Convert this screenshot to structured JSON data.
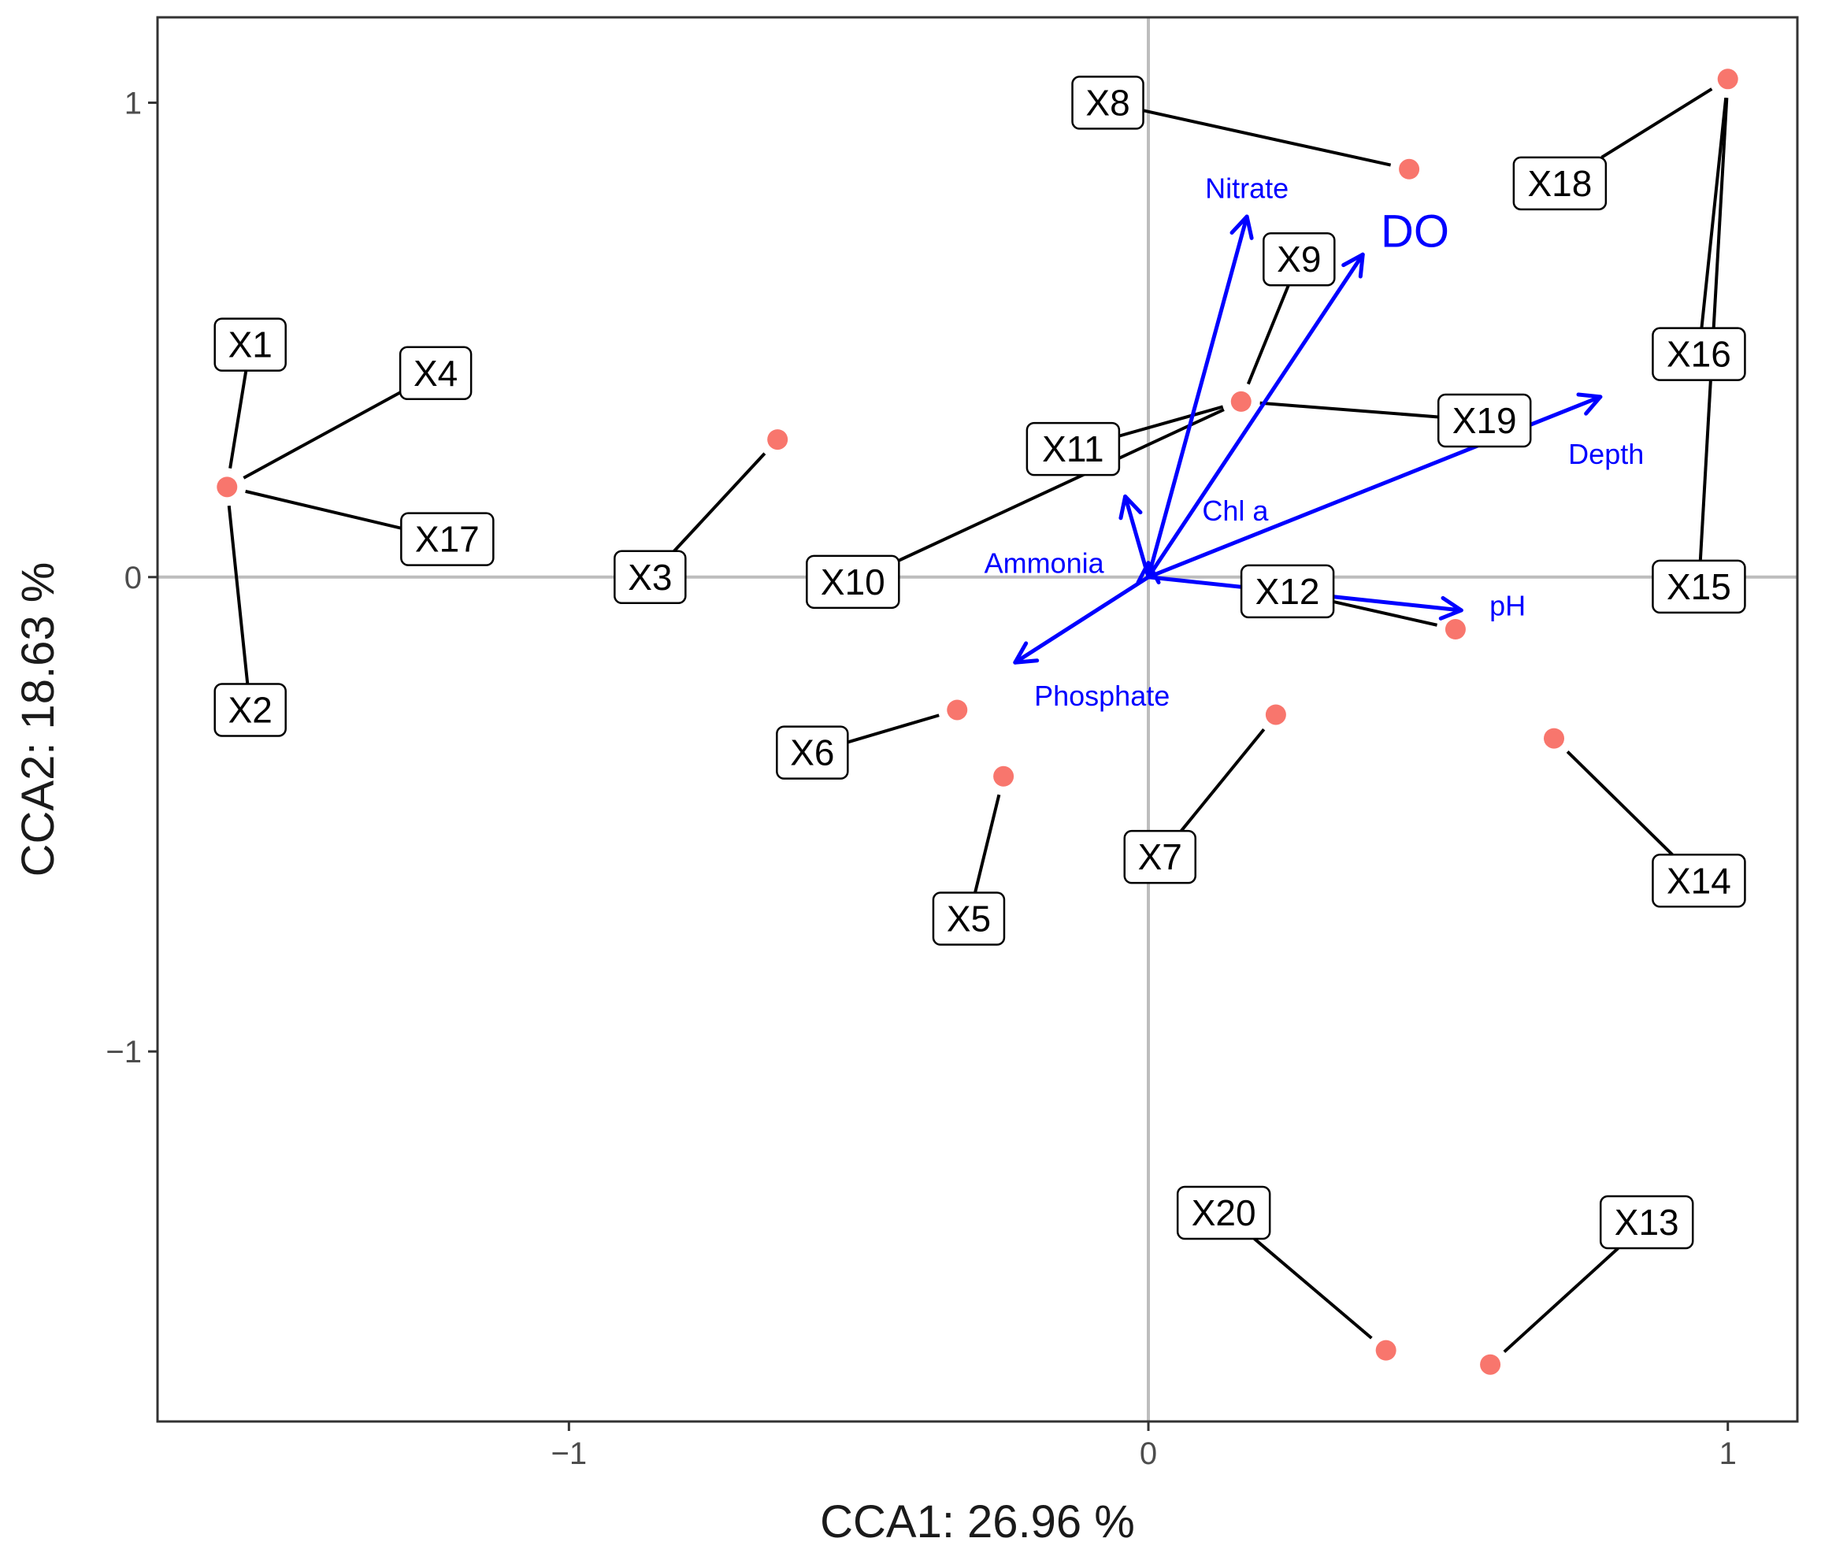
{
  "chart_data": {
    "type": "scatter",
    "xlabel": "CCA1: 26.96 %",
    "ylabel": "CCA2: 18.63 %",
    "xlim": [
      -1.71,
      1.12
    ],
    "ylim": [
      -1.78,
      1.18
    ],
    "x_ticks": [
      {
        "value": -1,
        "label": "−1"
      },
      {
        "value": 0,
        "label": "0"
      },
      {
        "value": 1,
        "label": "1"
      }
    ],
    "y_ticks": [
      {
        "value": -1,
        "label": "−1"
      },
      {
        "value": 0,
        "label": "0"
      },
      {
        "value": 1,
        "label": "1"
      }
    ],
    "reference_lines": {
      "x": 0,
      "y": 0
    },
    "grid": false,
    "colors": {
      "points": "#f8766d",
      "vectors": "#0000ff",
      "zero_lines": "#bdbdbd",
      "panel_border": "#333333"
    },
    "sites": [
      {
        "x": -1.59,
        "y": 0.19,
        "labels": [
          {
            "text": "X1",
            "lx": -1.55,
            "ly": 0.49
          },
          {
            "text": "X4",
            "lx": -1.23,
            "ly": 0.43
          },
          {
            "text": "X17",
            "lx": -1.21,
            "ly": 0.08
          },
          {
            "text": "X2",
            "lx": -1.55,
            "ly": -0.28
          }
        ]
      },
      {
        "x": -0.64,
        "y": 0.29,
        "labels": [
          {
            "text": "X3",
            "lx": -0.86,
            "ly": 0.0
          }
        ]
      },
      {
        "x": 0.16,
        "y": 0.37,
        "labels": [
          {
            "text": "X9",
            "lx": 0.26,
            "ly": 0.67
          },
          {
            "text": "X11",
            "lx": -0.13,
            "ly": 0.27
          },
          {
            "text": "X10",
            "lx": -0.51,
            "ly": -0.01
          },
          {
            "text": "X19",
            "lx": 0.58,
            "ly": 0.33
          }
        ]
      },
      {
        "x": 0.45,
        "y": 0.86,
        "labels": [
          {
            "text": "X8",
            "lx": -0.07,
            "ly": 1.0
          }
        ]
      },
      {
        "x": 1.0,
        "y": 1.05,
        "labels": [
          {
            "text": "X18",
            "lx": 0.71,
            "ly": 0.83
          },
          {
            "text": "X16",
            "lx": 0.95,
            "ly": 0.47
          },
          {
            "text": "X15",
            "lx": 0.95,
            "ly": -0.02
          }
        ]
      },
      {
        "x": 0.53,
        "y": -0.11,
        "labels": [
          {
            "text": "X12",
            "lx": 0.24,
            "ly": -0.03
          }
        ]
      },
      {
        "x": -0.33,
        "y": -0.28,
        "labels": [
          {
            "text": "X6",
            "lx": -0.58,
            "ly": -0.37
          }
        ]
      },
      {
        "x": -0.25,
        "y": -0.42,
        "labels": [
          {
            "text": "X5",
            "lx": -0.31,
            "ly": -0.72
          }
        ]
      },
      {
        "x": 0.22,
        "y": -0.29,
        "labels": [
          {
            "text": "X7",
            "lx": 0.02,
            "ly": -0.59
          }
        ]
      },
      {
        "x": 0.7,
        "y": -0.34,
        "labels": [
          {
            "text": "X14",
            "lx": 0.95,
            "ly": -0.64
          }
        ]
      },
      {
        "x": 0.41,
        "y": -1.63,
        "labels": [
          {
            "text": "X20",
            "lx": 0.13,
            "ly": -1.34
          }
        ]
      },
      {
        "x": 0.59,
        "y": -1.66,
        "labels": [
          {
            "text": "X13",
            "lx": 0.86,
            "ly": -1.36
          }
        ]
      }
    ],
    "vectors": [
      {
        "name": "Nitrate",
        "x": 0.17,
        "y": 0.76,
        "tx": 0.17,
        "ty": 0.82,
        "size": 36
      },
      {
        "name": "DO",
        "x": 0.37,
        "y": 0.68,
        "tx": 0.46,
        "ty": 0.73,
        "size": 58
      },
      {
        "name": "Chl a",
        "x": -0.04,
        "y": 0.17,
        "tx": 0.15,
        "ty": 0.14,
        "size": 36
      },
      {
        "name": "Ammonia",
        "x": 0.0,
        "y": 0.03,
        "tx": -0.18,
        "ty": 0.03,
        "size": 36
      },
      {
        "name": "Depth",
        "x": 0.78,
        "y": 0.38,
        "tx": 0.79,
        "ty": 0.26,
        "size": 36
      },
      {
        "name": "pH",
        "x": 0.54,
        "y": -0.07,
        "tx": 0.62,
        "ty": -0.06,
        "size": 36
      },
      {
        "name": "Phosphate",
        "x": -0.23,
        "y": -0.18,
        "tx": -0.08,
        "ty": -0.25,
        "size": 36
      }
    ]
  }
}
